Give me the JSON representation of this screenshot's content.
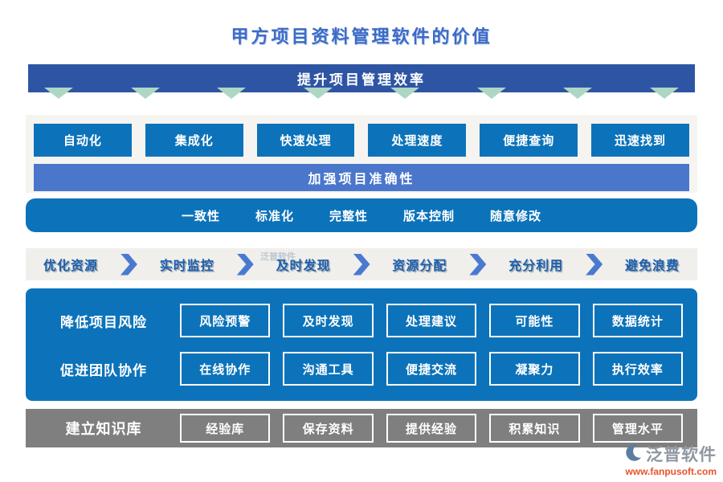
{
  "title": "甲方项目资料管理软件的价值",
  "efficiency": {
    "banner": "提升项目管理效率",
    "items": [
      "自动化",
      "集成化",
      "快速处理",
      "处理速度",
      "便捷查询",
      "迅速找到"
    ]
  },
  "accuracy": {
    "banner": "加强项目准确性",
    "items": [
      "一致性",
      "标准化",
      "完整性",
      "版本控制",
      "随意修改"
    ]
  },
  "flow": {
    "items": [
      "优化资源",
      "实时监控",
      "及时发现",
      "资源分配",
      "充分利用",
      "避免浪费"
    ]
  },
  "risk_row": {
    "label": "降低项目风险",
    "items": [
      "风险预警",
      "及时发现",
      "处理建议",
      "可能性",
      "数据统计"
    ]
  },
  "team_row": {
    "label": "促进团队协作",
    "items": [
      "在线协作",
      "沟通工具",
      "便捷交流",
      "凝聚力",
      "执行效率"
    ]
  },
  "knowledge_row": {
    "label": "建立知识库",
    "items": [
      "经验库",
      "保存资料",
      "提供经验",
      "积累知识",
      "管理水平"
    ]
  },
  "watermark": "泛普软件",
  "logo": {
    "name": "泛普软件",
    "url": "www.fanpusoft.com"
  },
  "colors": {
    "navy": "#2e55a3",
    "azure": "#0c73ba",
    "midblue": "#4a77cc",
    "arrowgreen": "#aed6c4",
    "panelgray": "#f5f4f1",
    "flowbg": "#f0efec",
    "flowtext": "#1b5fae",
    "chevron": "#4a7ad0",
    "knowgray": "#7f7f7f",
    "titleblue": "#3d6bc5",
    "logogray": "#9097a1",
    "logoorange": "#e8542c"
  }
}
